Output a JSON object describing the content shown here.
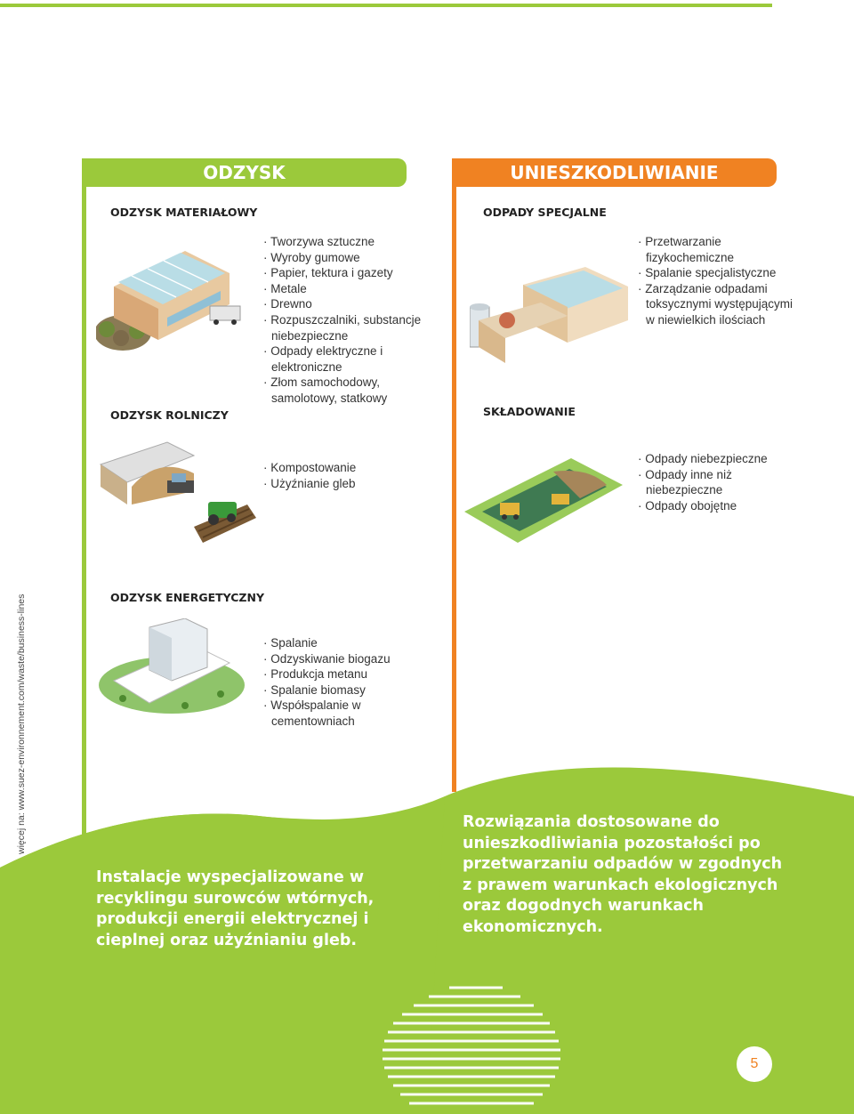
{
  "headers": {
    "odzysk": "ODZYSK",
    "unieszkodliwianie": "UNIESZKODLIWIANIE"
  },
  "left": {
    "material": {
      "title": "ODZYSK MATERIAŁOWY",
      "items": [
        "Tworzywa sztuczne",
        "Wyroby gumowe",
        "Papier, tektura i gazety",
        "Metale",
        "Drewno",
        "Rozpuszczalniki, substancje niebezpieczne",
        "Odpady elektryczne i elektroniczne",
        "Złom samochodowy, samolotowy, statkowy"
      ]
    },
    "rolniczy": {
      "title": "ODZYSK ROLNICZY",
      "items": [
        "Kompostowanie",
        "Użyźnianie gleb"
      ]
    },
    "energetyczny": {
      "title": "ODZYSK ENERGETYCZNY",
      "items": [
        "Spalanie",
        "Odzyskiwanie biogazu",
        "Produkcja metanu",
        "Spalanie biomasy",
        "Współspalanie w cementowniach"
      ]
    }
  },
  "right": {
    "specjalne": {
      "title": "ODPADY SPECJALNE",
      "items": [
        "Przetwarzanie fizykochemiczne",
        "Spalanie specjalistyczne",
        "Zarządzanie odpadami toksycznymi występującymi w niewielkich ilościach"
      ]
    },
    "skladowanie": {
      "title": "SKŁADOWANIE",
      "items": [
        "Odpady niebezpieczne",
        "Odpady inne niż niebezpieczne",
        "Odpady obojętne"
      ]
    }
  },
  "side_note": "więcej na: www.suez-environnement.com/waste/business-lines",
  "claims": {
    "left": "Instalacje wyspecjalizowane w recyklingu surowców wtórnych, produkcji energii elektrycznej i cieplnej oraz użyźnianiu gleb.",
    "right": "Rozwiązania dostosowane do unieszkodliwiania pozostałości po przetwarzaniu odpadów w zgodnych z prawem warunkach ekologicznych oraz dogodnych warunkach ekonomicznych."
  },
  "page_number": "5",
  "colors": {
    "green": "#9bc93b",
    "orange": "#f08222",
    "text": "#333333"
  }
}
